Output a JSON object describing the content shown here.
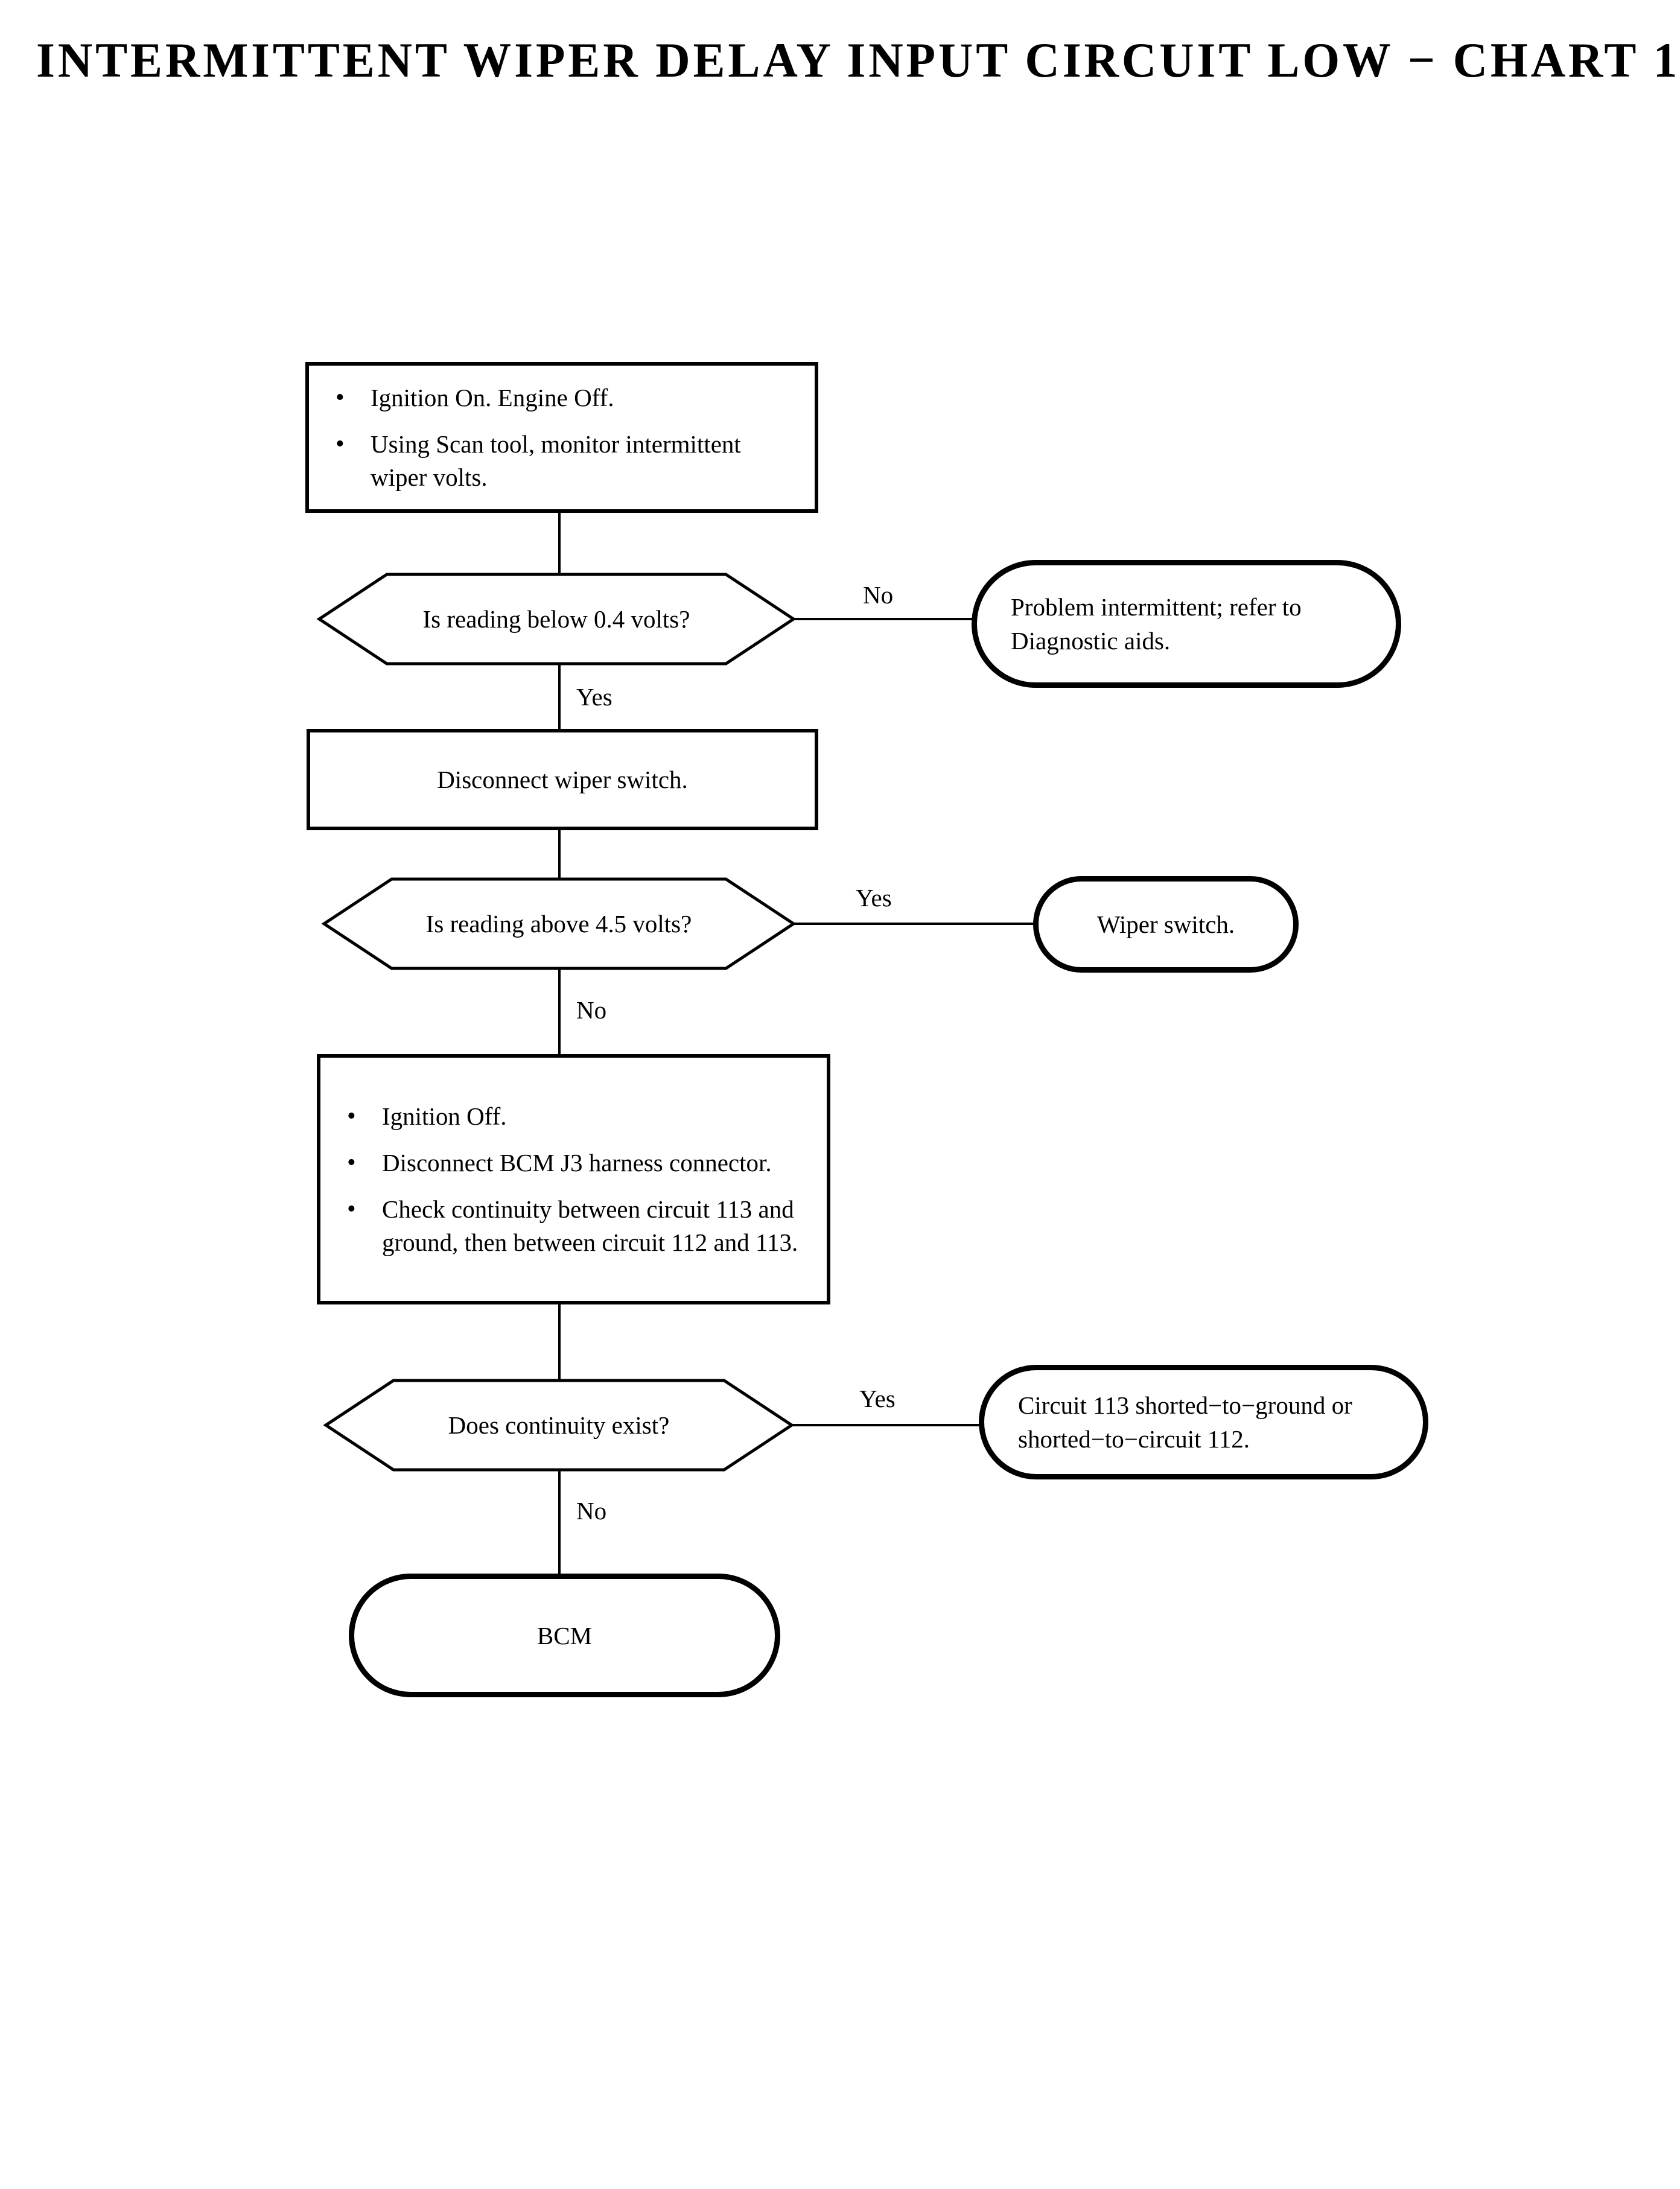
{
  "page": {
    "title": "INTERMITTENT WIPER DELAY INPUT CIRCUIT LOW − CHART 1",
    "background_color": "#ffffff",
    "line_color": "#000000",
    "text_color": "#000000"
  },
  "flow": {
    "nodes": {
      "step1": {
        "type": "process",
        "bullet_glyph": "•",
        "bullets": [
          "Ignition On. Engine Off.",
          "Using Scan tool, monitor intermittent wiper volts."
        ]
      },
      "decision1": {
        "type": "decision",
        "text": "Is reading below 0.4 volts?",
        "yes_label": "Yes",
        "no_label": "No"
      },
      "result1": {
        "type": "terminator",
        "text": "Problem intermittent; refer to Diagnostic aids.",
        "align": "left"
      },
      "step2": {
        "type": "process",
        "text": "Disconnect wiper switch."
      },
      "decision2": {
        "type": "decision",
        "text": "Is reading above 4.5 volts?",
        "yes_label": "Yes",
        "no_label": "No"
      },
      "result2": {
        "type": "terminator",
        "text": "Wiper switch.",
        "align": "center"
      },
      "step3": {
        "type": "process",
        "bullet_glyph": "•",
        "bullets": [
          "Ignition Off.",
          "Disconnect BCM J3 harness connector.",
          "Check continuity between circuit 113 and ground, then between circuit 112 and 113."
        ]
      },
      "decision3": {
        "type": "decision",
        "text": "Does continuity exist?",
        "yes_label": "Yes",
        "no_label": "No"
      },
      "result3": {
        "type": "terminator",
        "text": "Circuit 113 shorted−to−ground or shorted−to−circuit 112.",
        "align": "left"
      },
      "result4": {
        "type": "terminator",
        "text": "BCM",
        "align": "center"
      }
    }
  }
}
